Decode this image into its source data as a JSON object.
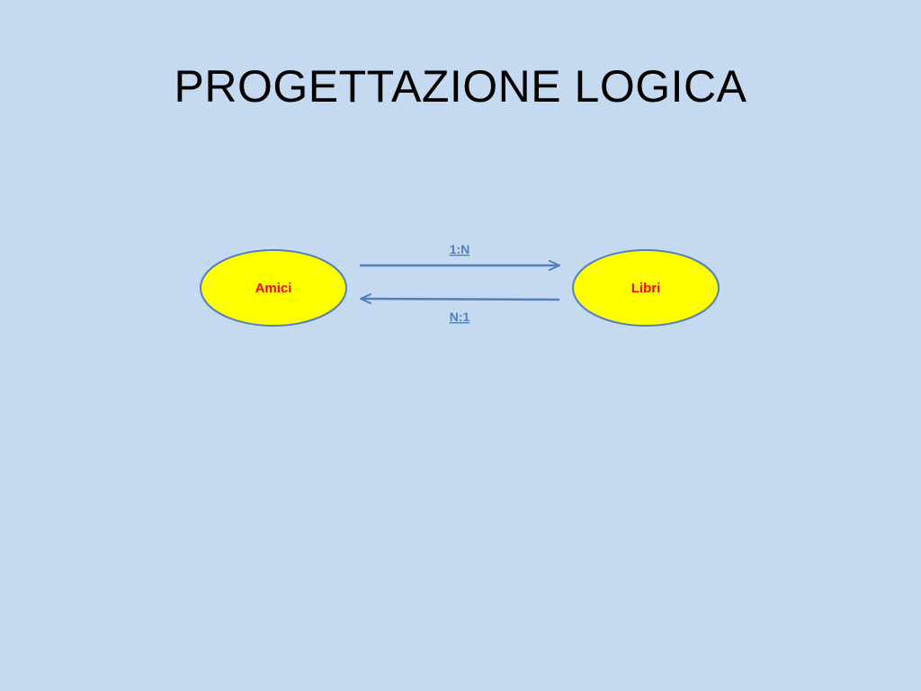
{
  "slide": {
    "title": "PROGETTAZIONE LOGICA",
    "background_color": "#c5d9f1"
  },
  "diagram": {
    "entities": [
      {
        "id": "amici",
        "label": "Amici"
      },
      {
        "id": "libri",
        "label": "Libri"
      }
    ],
    "relations": [
      {
        "from": "Amici",
        "to": "Libri",
        "label": "1:N"
      },
      {
        "from": "Libri",
        "to": "Amici",
        "label": "N:1"
      }
    ],
    "colors": {
      "entity_fill": "#ffff00",
      "entity_stroke": "#4f81bd",
      "entity_text": "#ff0000",
      "arrow": "#4f81bd",
      "relation_text": "#4f81bd"
    }
  }
}
